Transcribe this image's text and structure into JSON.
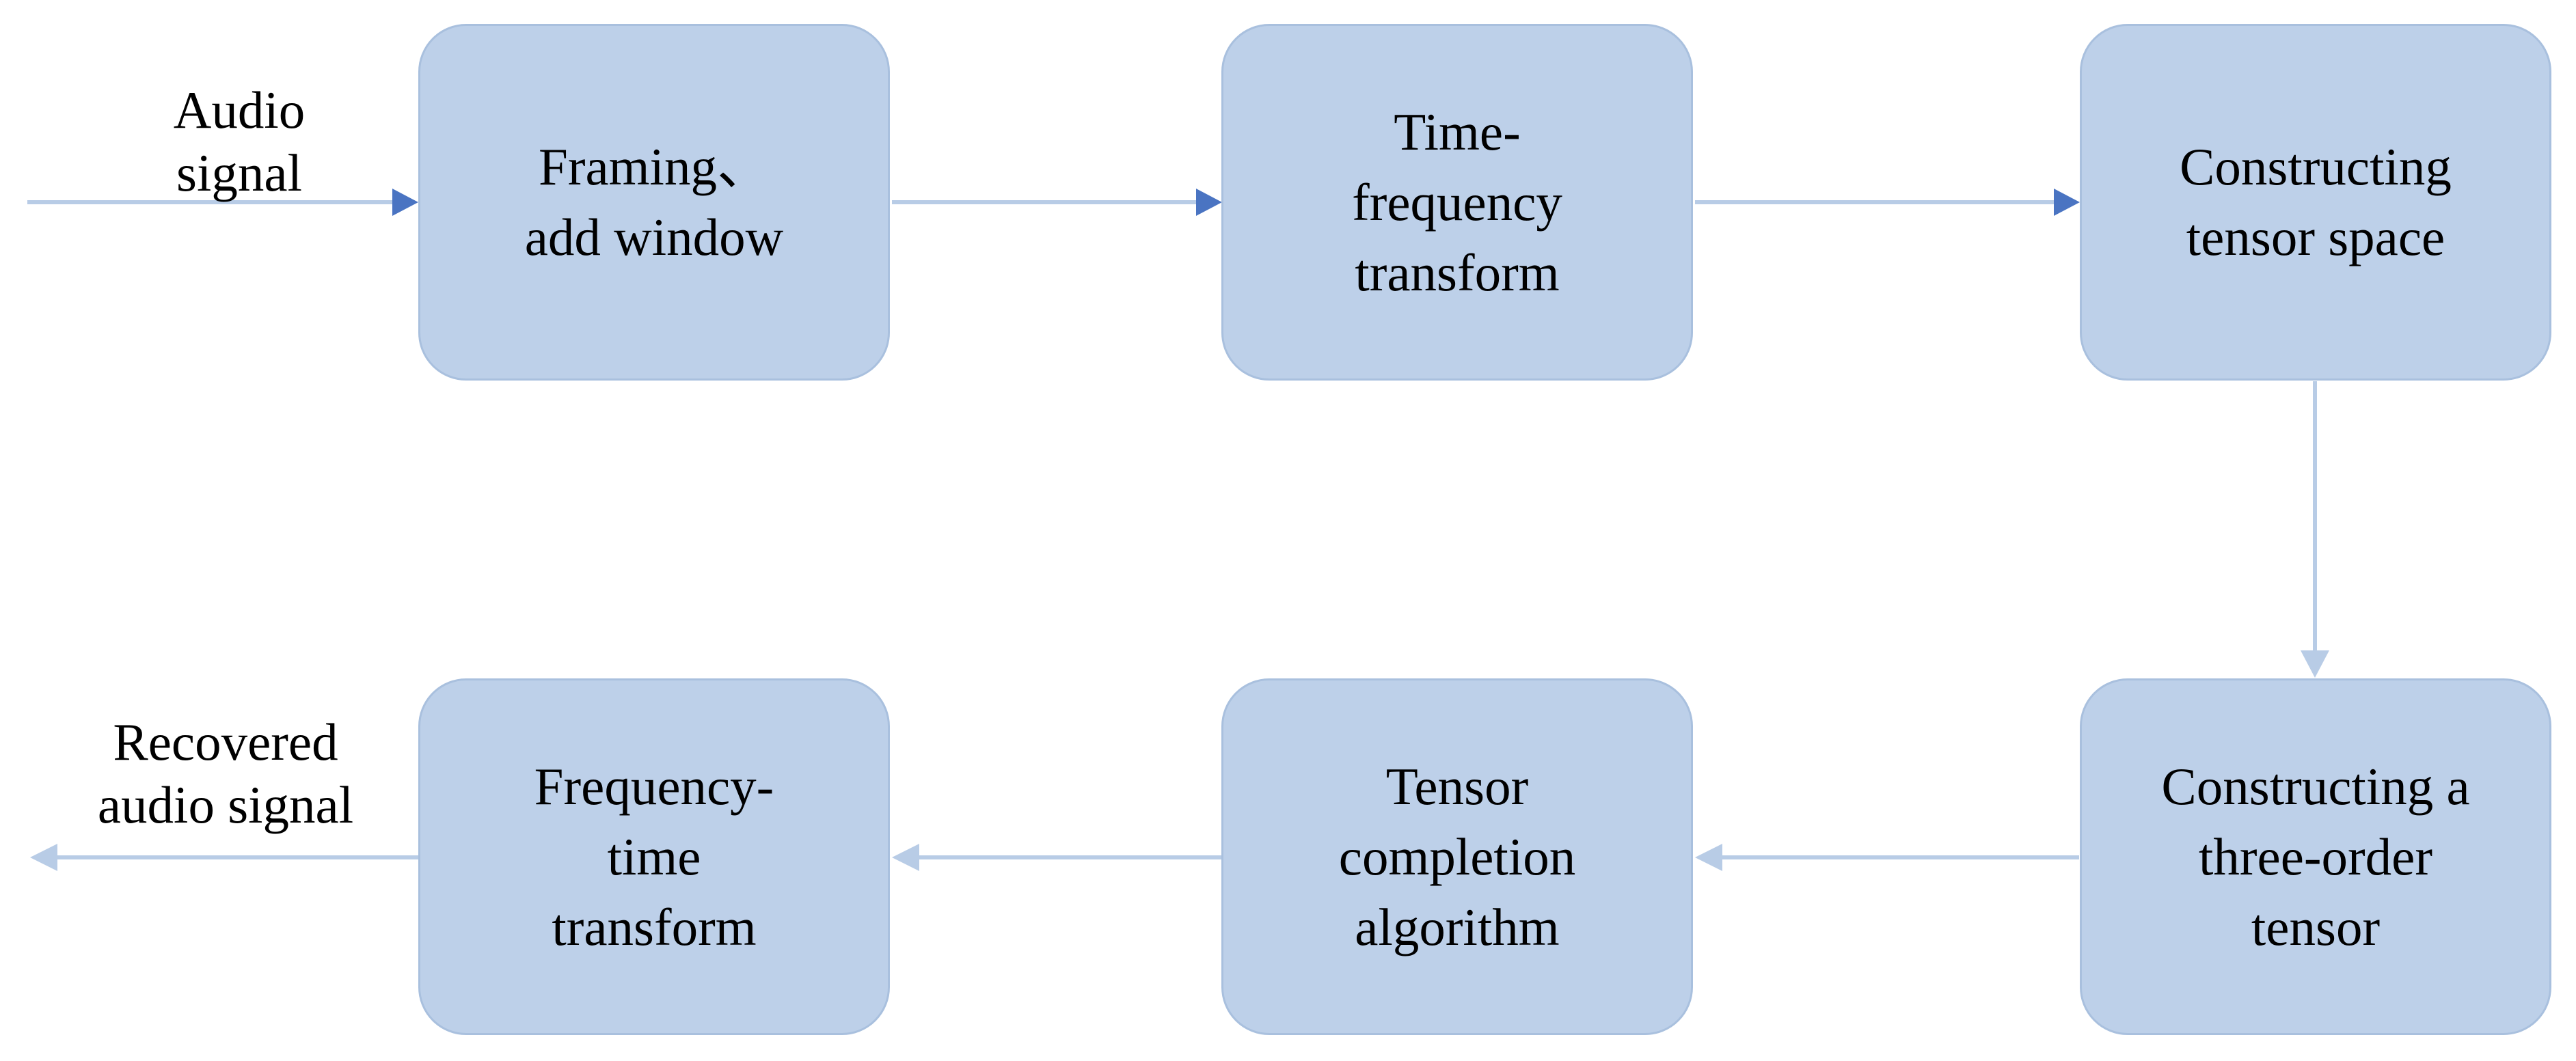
{
  "colors": {
    "box_fill": "#bdd0e9",
    "box_border": "#a9c0de",
    "connector": "#b8cce6",
    "arrowhead_top_row": "#4a74c2",
    "arrowhead_other": "#b8cce6",
    "text": "#000000"
  },
  "input_label": "Audio\nsignal",
  "output_label": "Recovered\naudio signal",
  "steps": {
    "framing": "Framing、\nadd window",
    "time_frequency": "Time-\nfrequency\ntransform",
    "tensor_space": "Constructing\ntensor space",
    "three_order": "Constructing a\nthree-order\ntensor",
    "completion": "Tensor\ncompletion\nalgorithm",
    "frequency_time": "Frequency-\ntime\ntransform"
  }
}
